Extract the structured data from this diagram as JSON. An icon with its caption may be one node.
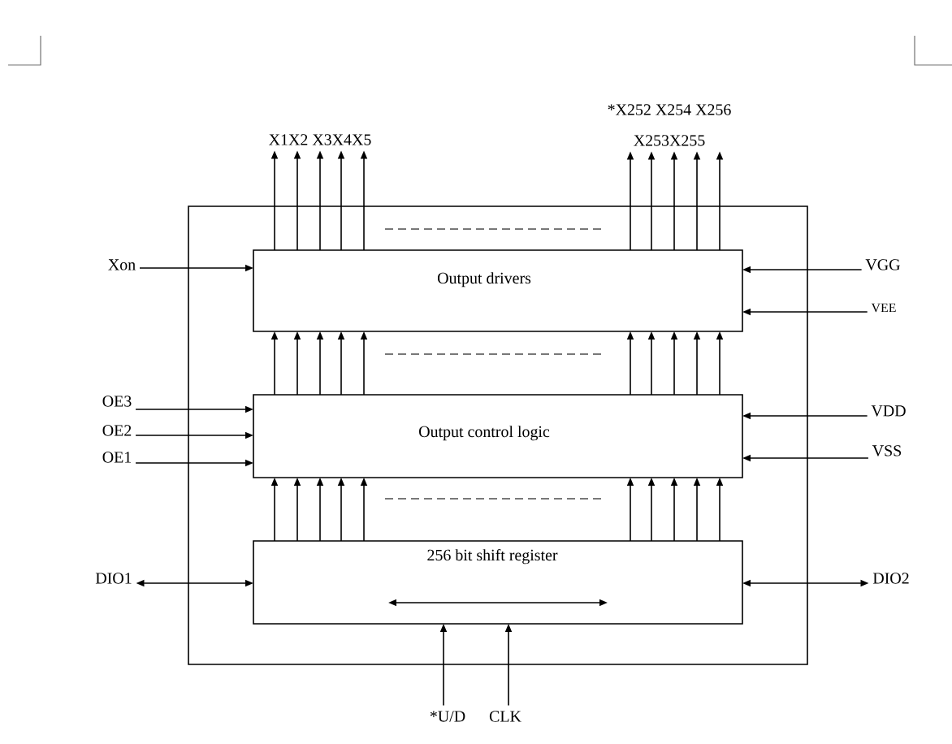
{
  "diagram": {
    "nodes": [
      {
        "text": [],
        "shape": "box"
      },
      {
        "text": [
          "Output drivers"
        ],
        "in": 0
      },
      {
        "text": [
          "Output control logic"
        ],
        "in": 0
      },
      {
        "text": [
          "256 bit shift register"
        ],
        "in": 0
      },
      {
        "text": [
          "X1X2 X3X4X5"
        ]
      },
      {
        "text": [
          "*X252 X254 X256",
          "X253X255"
        ]
      },
      {
        "text": [
          "Xon"
        ]
      },
      {
        "text": [
          "VGG"
        ]
      },
      {
        "text": [
          "VEE"
        ]
      },
      {
        "text": [
          "OE3"
        ]
      },
      {
        "text": [
          "OE2"
        ]
      },
      {
        "text": [
          "OE1"
        ]
      },
      {
        "text": [
          "VDD"
        ]
      },
      {
        "text": [
          "VSS"
        ]
      },
      {
        "text": [
          "DIO1"
        ]
      },
      {
        "text": [
          "DIO2"
        ]
      },
      {
        "text": [
          "*U/D"
        ]
      },
      {
        "text": [
          "CLK"
        ]
      }
    ],
    "edges": [
      {
        "from": 1,
        "to": 4,
        "arrow": "to"
      },
      {
        "from": 1,
        "to": 4,
        "arrow": "to"
      },
      {
        "from": 1,
        "to": 4,
        "arrow": "to"
      },
      {
        "from": 1,
        "to": 4,
        "arrow": "to"
      },
      {
        "from": 1,
        "to": 4,
        "arrow": "to"
      },
      {
        "from": 1,
        "to": 5,
        "arrow": "to"
      },
      {
        "from": 1,
        "to": 5,
        "arrow": "to"
      },
      {
        "from": 1,
        "to": 5,
        "arrow": "to"
      },
      {
        "from": 1,
        "to": 5,
        "arrow": "to"
      },
      {
        "from": 1,
        "to": 5,
        "arrow": "to"
      },
      {
        "from": 2,
        "to": 1,
        "arrow": "to"
      },
      {
        "from": 2,
        "to": 1,
        "arrow": "to"
      },
      {
        "from": 2,
        "to": 1,
        "arrow": "to"
      },
      {
        "from": 2,
        "to": 1,
        "arrow": "to"
      },
      {
        "from": 2,
        "to": 1,
        "arrow": "to"
      },
      {
        "from": 2,
        "to": 1,
        "arrow": "to"
      },
      {
        "from": 2,
        "to": 1,
        "arrow": "to"
      },
      {
        "from": 2,
        "to": 1,
        "arrow": "to"
      },
      {
        "from": 2,
        "to": 1,
        "arrow": "to"
      },
      {
        "from": 2,
        "to": 1,
        "arrow": "to"
      },
      {
        "from": 3,
        "to": 2,
        "arrow": "to"
      },
      {
        "from": 3,
        "to": 2,
        "arrow": "to"
      },
      {
        "from": 3,
        "to": 2,
        "arrow": "to"
      },
      {
        "from": 3,
        "to": 2,
        "arrow": "to"
      },
      {
        "from": 3,
        "to": 2,
        "arrow": "to"
      },
      {
        "from": 3,
        "to": 2,
        "arrow": "to"
      },
      {
        "from": 3,
        "to": 2,
        "arrow": "to"
      },
      {
        "from": 3,
        "to": 2,
        "arrow": "to"
      },
      {
        "from": 3,
        "to": 2,
        "arrow": "to"
      },
      {
        "from": 3,
        "to": 2,
        "arrow": "to"
      },
      {
        "from": 6,
        "to": 1,
        "arrow": "to"
      },
      {
        "from": 7,
        "to": 1,
        "arrow": "to"
      },
      {
        "from": 8,
        "to": 1,
        "arrow": "to"
      },
      {
        "from": 9,
        "to": 2,
        "arrow": "to"
      },
      {
        "from": 10,
        "to": 2,
        "arrow": "to"
      },
      {
        "from": 11,
        "to": 2,
        "arrow": "to"
      },
      {
        "from": 12,
        "to": 2,
        "arrow": "to"
      },
      {
        "from": 13,
        "to": 2,
        "arrow": "to"
      },
      {
        "from": 14,
        "to": 3,
        "arrow": "both"
      },
      {
        "from": 15,
        "to": 3,
        "arrow": "both"
      },
      {
        "from": 16,
        "to": 3,
        "arrow": "to"
      },
      {
        "from": 17,
        "to": 3,
        "arrow": "to"
      }
    ]
  }
}
